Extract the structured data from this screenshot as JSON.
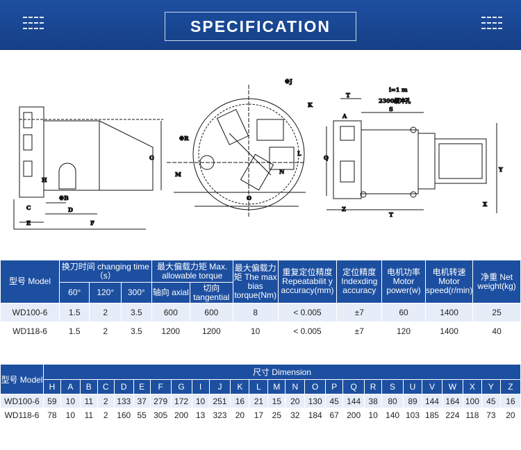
{
  "banner": {
    "title": "SPECIFICATION"
  },
  "drawing_labels": {
    "left": [
      "G",
      "H",
      "C",
      "E",
      "D",
      "F",
      "ΦB"
    ],
    "middle": [
      "ΦJ",
      "K",
      "ΦR",
      "L",
      "M",
      "N",
      "O"
    ],
    "right": [
      "T",
      "A",
      "S",
      "Y",
      "Q",
      "Z",
      "T",
      "X",
      "i=1 m",
      "2300缓冲孔"
    ]
  },
  "spec_table": {
    "model_header": "型号 Model",
    "change_time_header": "换刀时间 changing time（s）",
    "torque_header": "最大偏载力矩 Max. allowable torque",
    "bias_header": "最大偏载力矩 The max bias torque(Nm)",
    "repeat_header": "重复定位精度 Repeatabilit y accuracy(mm)",
    "index_header": "定位精度 Indexding accuracy",
    "power_header": "电机功率 Motor power(w)",
    "speed_header": "电机转速 Motor speed(r/min)",
    "weight_header": "净重 Net weight(kg)",
    "angles": [
      "60°",
      "120°",
      "300°"
    ],
    "axial": "轴向 axial",
    "tangential": "切向 tangential",
    "rows": [
      [
        "WD100-6",
        "1.5",
        "2",
        "3.5",
        "600",
        "600",
        "8",
        "< 0.005",
        "±7",
        "60",
        "1400",
        "25"
      ],
      [
        "WD118-6",
        "1.5",
        "2",
        "3.5",
        "1200",
        "1200",
        "10",
        "< 0.005",
        "±7",
        "120",
        "1400",
        "40"
      ]
    ]
  },
  "dim_table": {
    "model_header": "型号 Model",
    "dimension_header": "尺寸 Dimension",
    "columns": [
      "H",
      "A",
      "B",
      "C",
      "D",
      "E",
      "F",
      "G",
      "I",
      "J",
      "K",
      "L",
      "M",
      "N",
      "O",
      "P",
      "Q",
      "R",
      "S",
      "U",
      "V",
      "W",
      "X",
      "Y",
      "Z"
    ],
    "rows": [
      [
        "WD100-6",
        "59",
        "10",
        "11",
        "2",
        "133",
        "37",
        "279",
        "172",
        "10",
        "251",
        "16",
        "21",
        "15",
        "20",
        "130",
        "45",
        "144",
        "38",
        "80",
        "89",
        "144",
        "164",
        "100",
        "45",
        "16"
      ],
      [
        "WD118-6",
        "78",
        "10",
        "11",
        "2",
        "160",
        "55",
        "305",
        "200",
        "13",
        "323",
        "20",
        "17",
        "25",
        "32",
        "184",
        "67",
        "200",
        "10",
        "140",
        "103",
        "185",
        "224",
        "118",
        "73",
        "20"
      ]
    ]
  }
}
